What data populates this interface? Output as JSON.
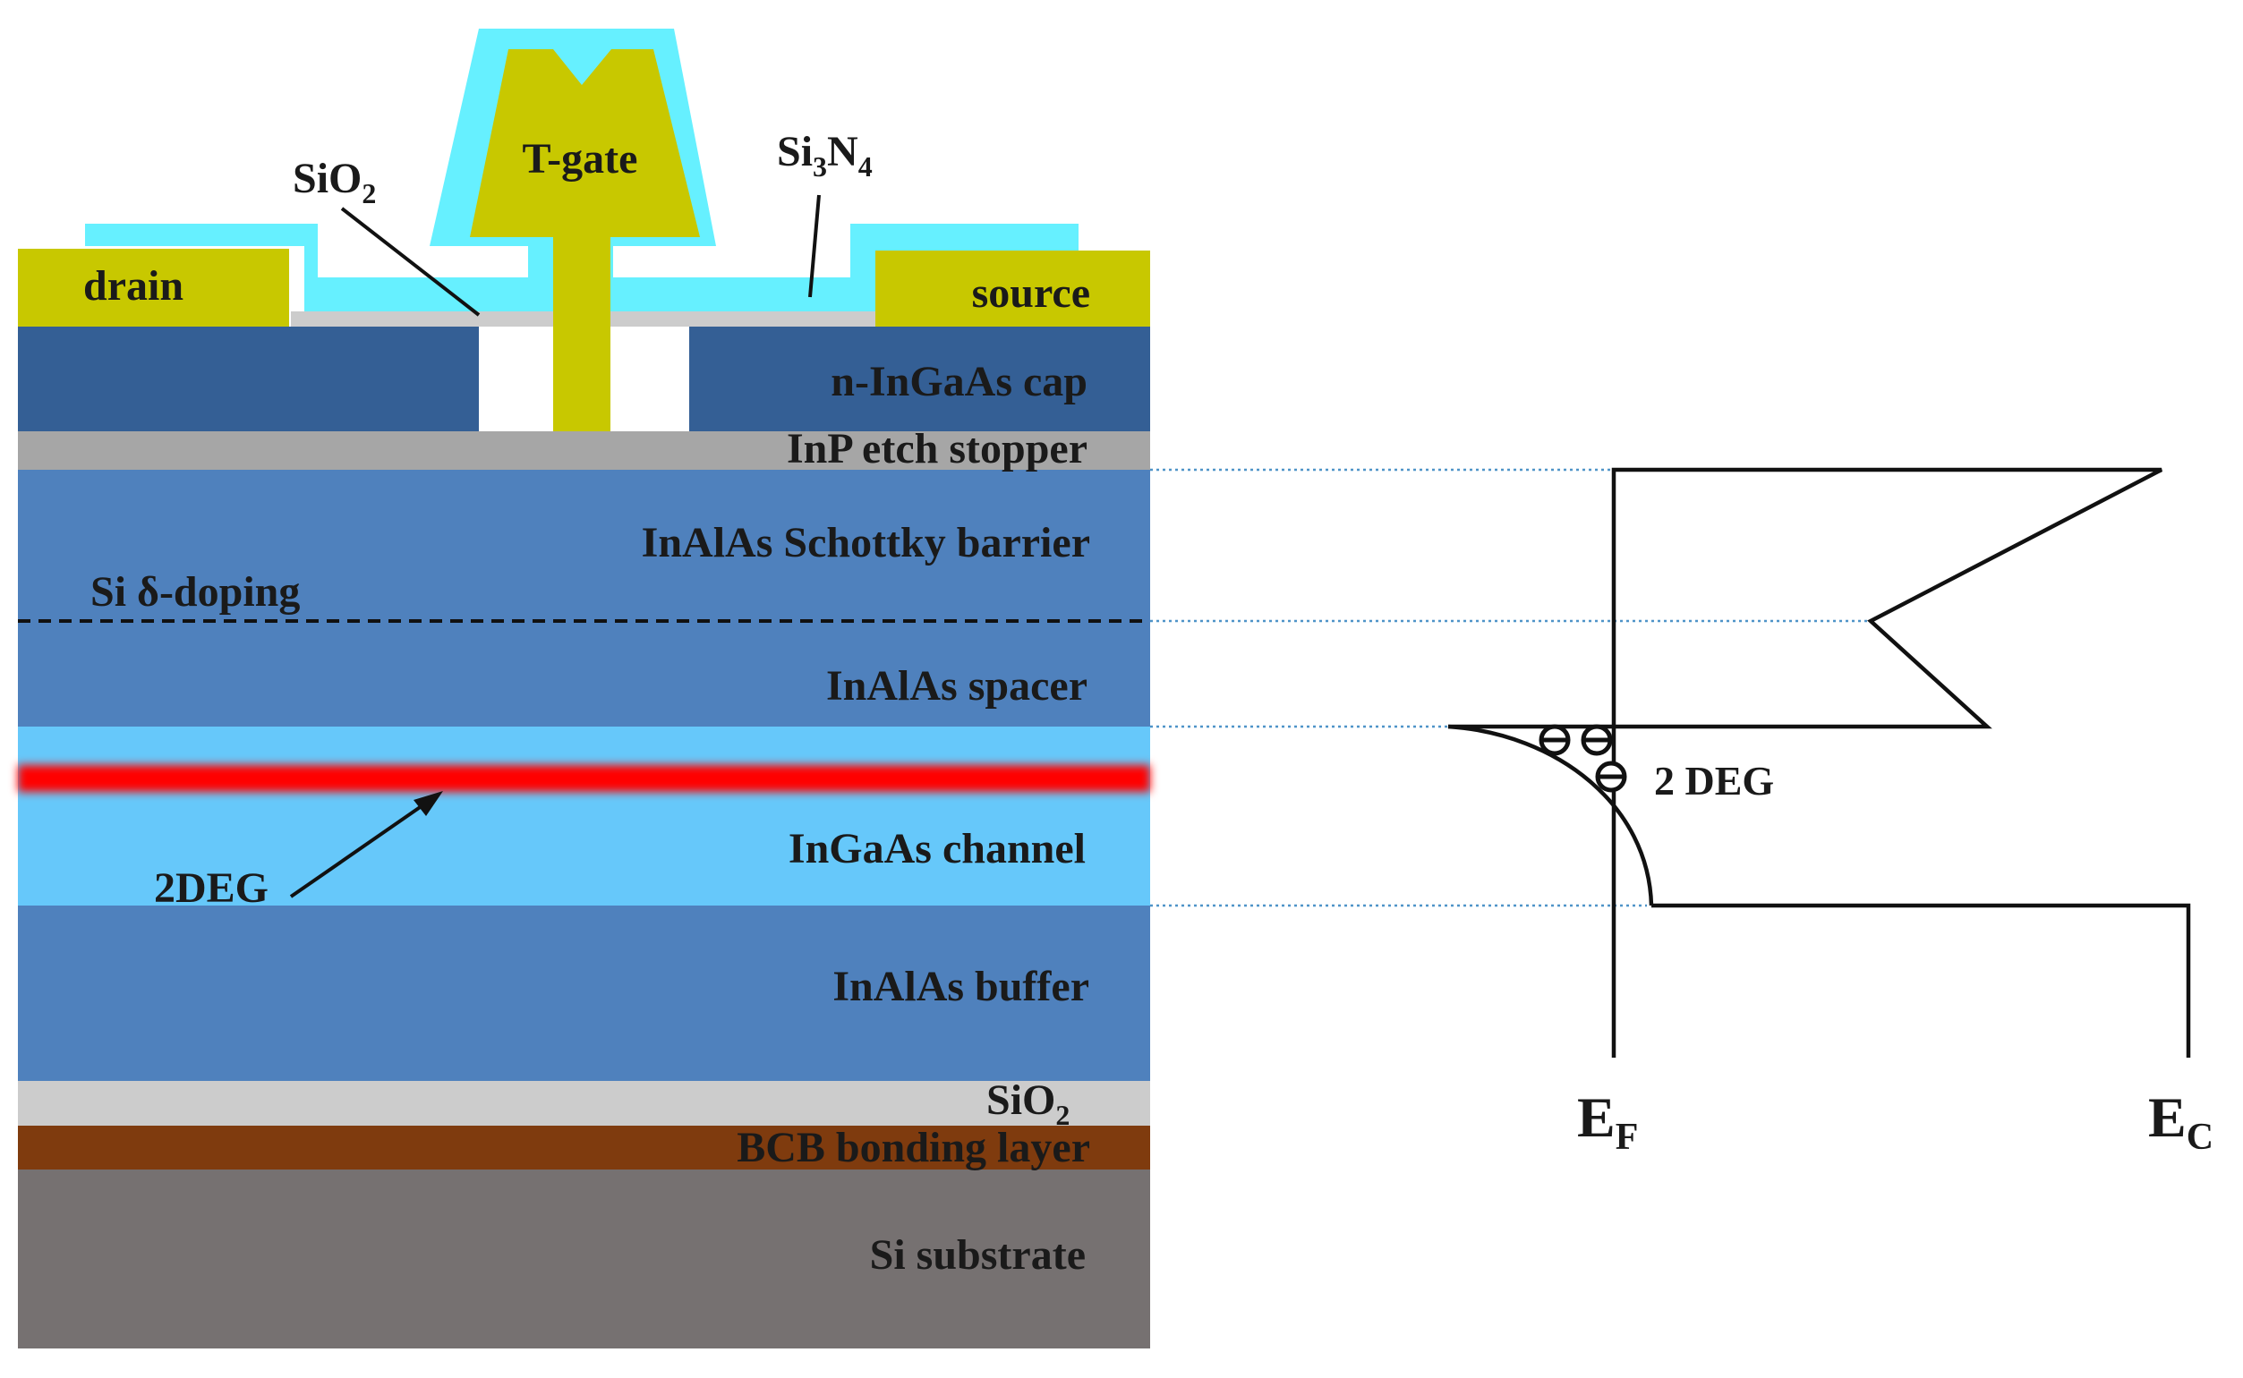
{
  "colors": {
    "contact": "#c8c800",
    "passivation": "#66f0ff",
    "cap": "#345f95",
    "etch_stopper": "#a6a6a6",
    "barrier": "#4f81bd",
    "channel": "#66c8fa",
    "twodeg_band": "#ff0000",
    "sio2": "#cccccc",
    "bcb": "#7f3b0e",
    "substrate": "#767171",
    "guide_line": "#4f94c8"
  },
  "structure": {
    "drain": "drain",
    "source": "source",
    "gate": "T-gate",
    "sio2_label": {
      "base": "SiO",
      "sub": "2"
    },
    "si3n4_label": {
      "p1": "Si",
      "s1": "3",
      "p2": "N",
      "s2": "4"
    },
    "cap": "n-InGaAs cap",
    "etch_stopper": "InP etch stopper",
    "barrier": "InAlAs Schottky barrier",
    "doping": "Si δ-doping",
    "spacer": "InAlAs spacer",
    "channel": "InGaAs channel",
    "twodeg": "2DEG",
    "buffer": "InAlAs buffer",
    "sio2_layer": {
      "base": "SiO",
      "sub": "2"
    },
    "bcb": "BCB bonding layer",
    "substrate": "Si substrate"
  },
  "band": {
    "twodeg_label": "2 DEG",
    "ef": {
      "base": "E",
      "sub": "F"
    },
    "ec": {
      "base": "E",
      "sub": "C"
    }
  }
}
